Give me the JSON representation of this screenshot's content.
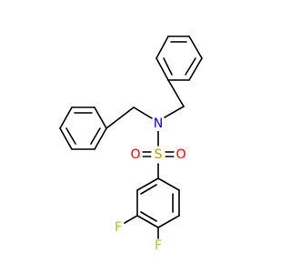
{
  "atoms": {
    "N": {
      "label": "N",
      "color": "#0000ff"
    },
    "S": {
      "label": "S",
      "color": "#b8a000"
    },
    "O1": {
      "label": "O",
      "color": "#ff0000"
    },
    "O2": {
      "label": "O",
      "color": "#ff0000"
    },
    "F1": {
      "label": "F",
      "color": "#9acd32"
    },
    "F2": {
      "label": "F",
      "color": "#9acd32"
    }
  },
  "colors": {
    "bond": "#000000",
    "background": "#ffffff"
  }
}
